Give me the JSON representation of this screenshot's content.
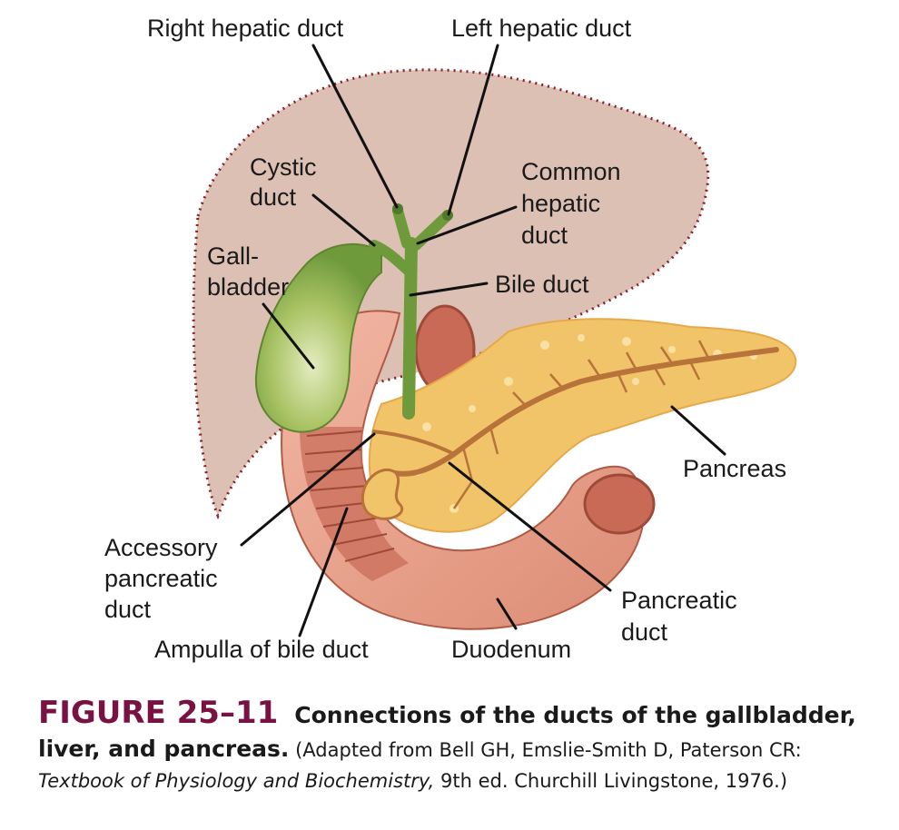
{
  "labels": {
    "right_hepatic_duct": "Right hepatic duct",
    "left_hepatic_duct": "Left hepatic duct",
    "cystic_duct": [
      "Cystic",
      "duct"
    ],
    "common_hepatic_duct": [
      "Common",
      "hepatic",
      "duct"
    ],
    "gallbladder": [
      "Gall-",
      "bladder"
    ],
    "bile_duct": "Bile duct",
    "pancreas": "Pancreas",
    "accessory_pancreatic_duct": [
      "Accessory",
      "pancreatic",
      "duct"
    ],
    "pancreatic_duct": [
      "Pancreatic",
      "duct"
    ],
    "ampulla_of_bile_duct": "Ampulla of bile duct",
    "duodenum": "Duodenum"
  },
  "caption": {
    "figure_number": "FIGURE 25–11",
    "title_part1": "Connections of the ducts of the gallbladder,",
    "title_part2": "liver, and pancreas.",
    "source_part1": " (Adapted from Bell GH, Emslie-Smith D, Paterson CR:",
    "source_italic": "Textbook of Physiology and Biochemistry,",
    "source_part2": " 9th ed. Churchill Livingstone, 1976.)"
  },
  "colors": {
    "liver": "#dcc0b4",
    "liver_outline": "#8b1e2a",
    "gallbladder": "#8fb045",
    "bile_ducts": "#6f9a3c",
    "duodenum": "#e39a84",
    "duodenum_inner": "#c86a55",
    "pancreas": "#f2c46a",
    "pancreatic_duct": "#b8733a",
    "figure_number": "#7a1143"
  }
}
